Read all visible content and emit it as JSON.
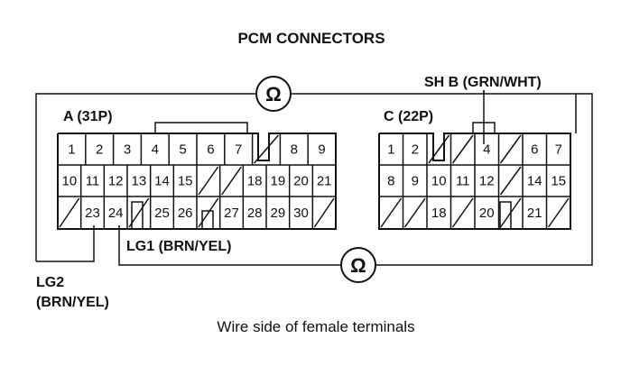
{
  "title": "PCM CONNECTORS",
  "caption": "Wire side of female terminals",
  "ohm_symbol": "Ω",
  "connector_a": {
    "label": "A (31P)",
    "row1": [
      "1",
      "2",
      "3",
      "4",
      "5",
      "6",
      "7",
      "",
      "8",
      "9"
    ],
    "row2": [
      "10",
      "11",
      "12",
      "13",
      "14",
      "15",
      "",
      "",
      "18",
      "19",
      "20",
      "21"
    ],
    "row3": [
      "",
      "23",
      "24",
      "",
      "25",
      "26",
      "",
      "27",
      "28",
      "29",
      "30",
      ""
    ]
  },
  "connector_c": {
    "label": "C (22P)",
    "row1": [
      "1",
      "2",
      "",
      "",
      "4",
      "",
      "6",
      "7"
    ],
    "row2": [
      "8",
      "9",
      "10",
      "11",
      "12",
      "",
      "14",
      "15"
    ],
    "row3": [
      "",
      "",
      "18",
      "",
      "20",
      "",
      "21",
      ""
    ]
  },
  "callouts": {
    "sh_b": "SH B (GRN/WHT)",
    "lg1": "LG1 (BRN/YEL)",
    "lg2_line1": "LG2",
    "lg2_line2": "(BRN/YEL)"
  }
}
